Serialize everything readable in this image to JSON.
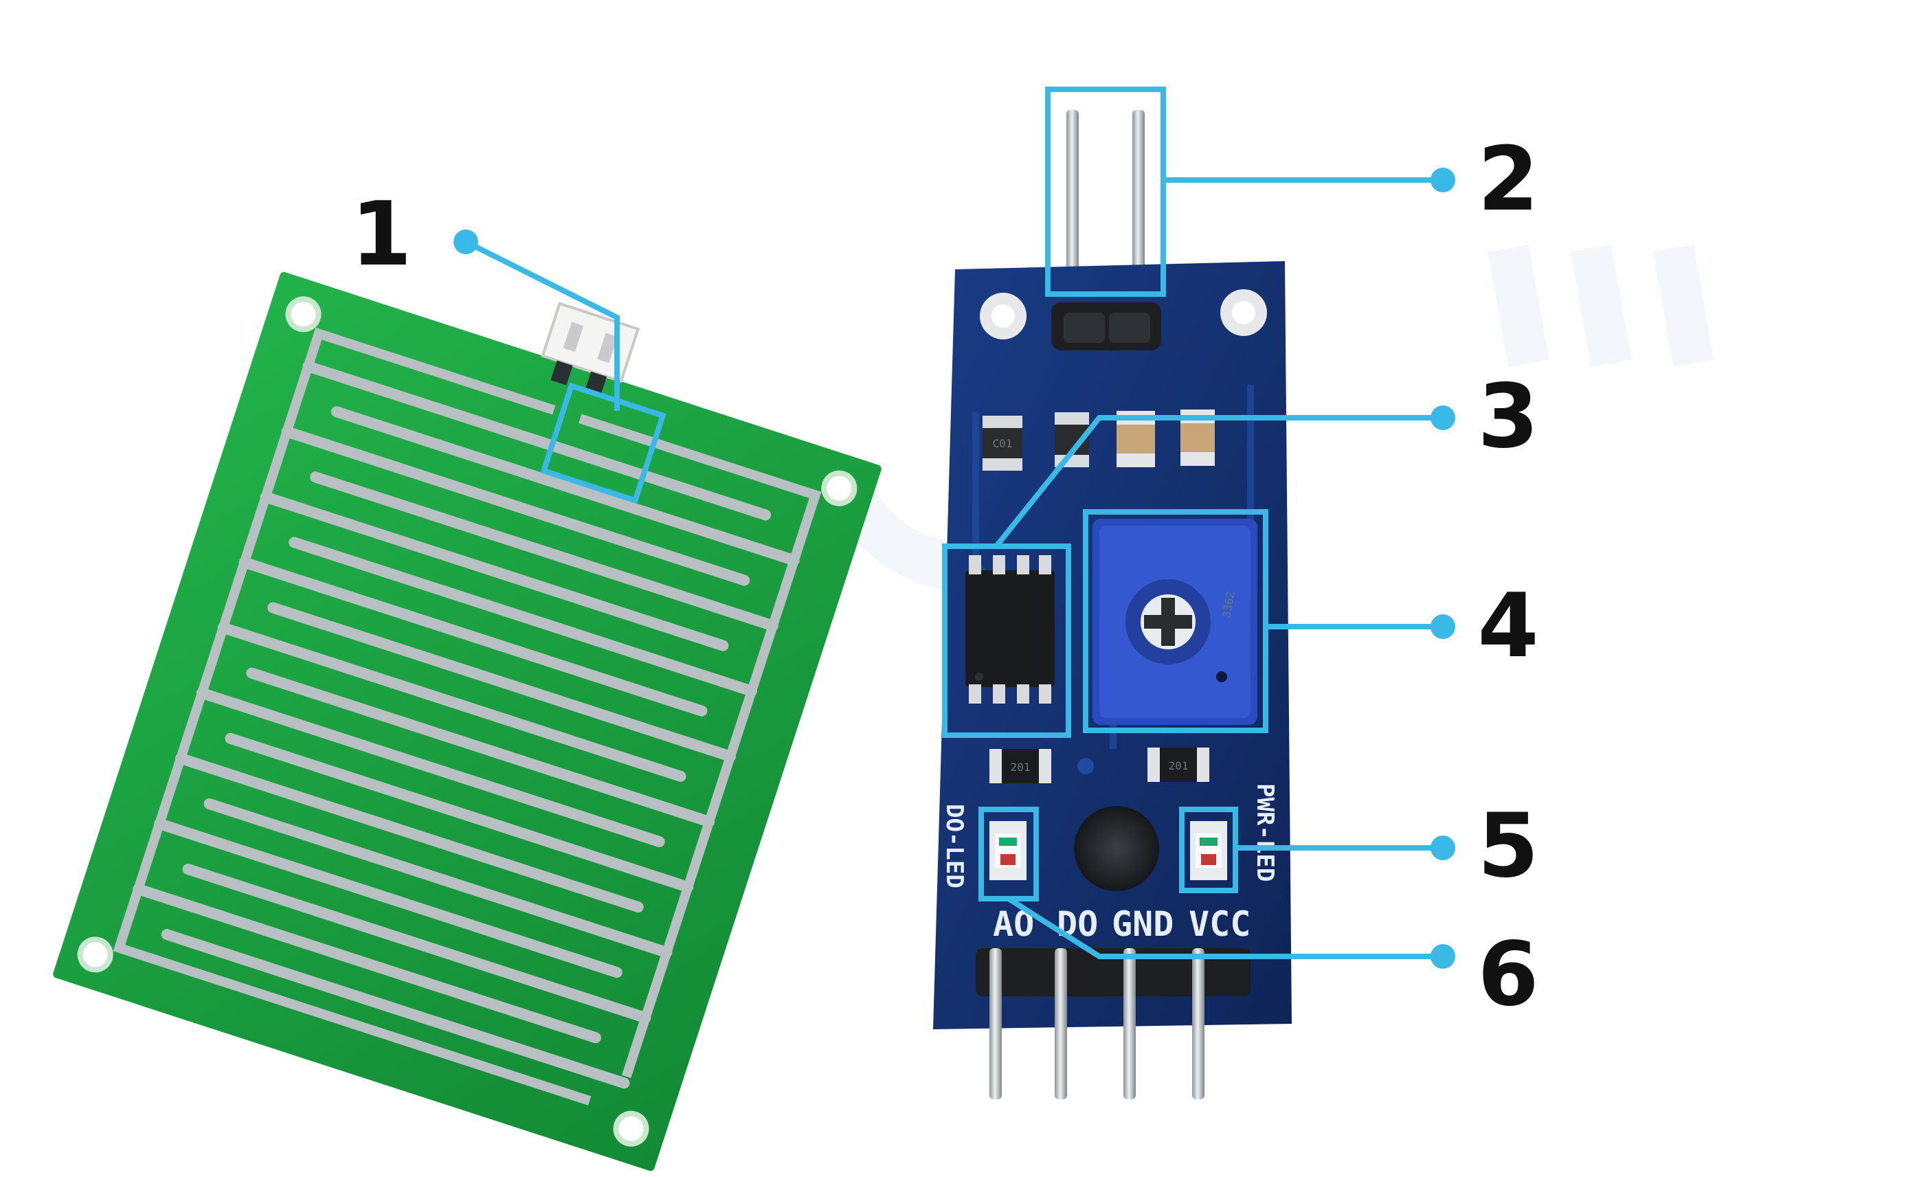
{
  "callouts": [
    {
      "id": "1",
      "label": "1"
    },
    {
      "id": "2",
      "label": "2"
    },
    {
      "id": "3",
      "label": "3"
    },
    {
      "id": "4",
      "label": "4"
    },
    {
      "id": "5",
      "label": "5"
    },
    {
      "id": "6",
      "label": "6"
    }
  ],
  "module": {
    "pin_labels": [
      "AO",
      "DO",
      "GND",
      "VCC"
    ],
    "led_left_label": "DO-LED",
    "led_right_label": "PWR-LED",
    "resistor_marking": "201",
    "capacitor_marking": "C01",
    "pot_marking": "3362"
  },
  "colors": {
    "callout": "#3ab8e6",
    "module_pcb": "#13306e",
    "sensor_pcb": "#1a9a3a",
    "sensor_trace": "#b8c0c4",
    "pot": "#2a4bbf"
  }
}
